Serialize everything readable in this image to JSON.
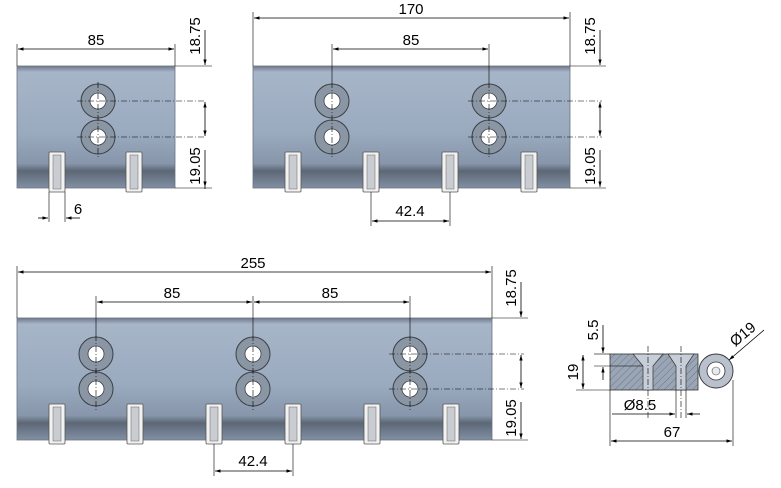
{
  "drawing": {
    "view_small": {
      "overall_width": "85",
      "top_offset": "18.75",
      "bottom_offset": "19.05",
      "knuckle_width": "6"
    },
    "view_medium": {
      "overall_width": "170",
      "hole_pitch": "85",
      "top_offset": "18.75",
      "bottom_offset": "19.05",
      "knuckle_pitch": "42.4"
    },
    "view_large": {
      "overall_width": "255",
      "hole_pitch_1": "85",
      "hole_pitch_2": "85",
      "top_offset": "18.75",
      "bottom_offset": "19.05",
      "knuckle_pitch": "42.4"
    },
    "view_section": {
      "countersink_depth": "5.5",
      "thickness": "19",
      "knuckle_diameter": "Ø19",
      "hole_diameter": "Ø8.5",
      "width": "67"
    }
  },
  "colors": {
    "plate_top": "#a3b3c6",
    "plate_bottom": "#5e6878",
    "hatch": "#7f8a99"
  }
}
